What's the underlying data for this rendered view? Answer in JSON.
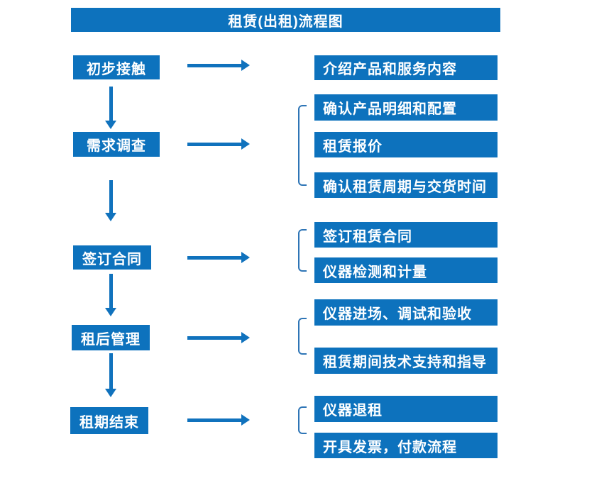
{
  "title": "租赁(出租)流程图",
  "colors": {
    "primary_blue": "#0d72bd",
    "arrow_blue": "#1072bd",
    "bracket_blue": "#2e75b6",
    "text_white": "#ffffff",
    "background": "#ffffff"
  },
  "steps": [
    {
      "label": "初步接触",
      "outputs": [
        "介绍产品和服务内容"
      ]
    },
    {
      "label": "需求调查",
      "outputs": [
        "确认产品明细和配置",
        "租赁报价",
        "确认租赁周期与交货时间"
      ]
    },
    {
      "label": "签订合同",
      "outputs": [
        "签订租赁合同",
        "仪器检测和计量"
      ]
    },
    {
      "label": "租后管理",
      "outputs": [
        "仪器进场、调试和验收",
        "租赁期间技术支持和指导"
      ]
    },
    {
      "label": "租期结束",
      "outputs": [
        "仪器退租",
        "开具发票，付款流程"
      ]
    }
  ]
}
